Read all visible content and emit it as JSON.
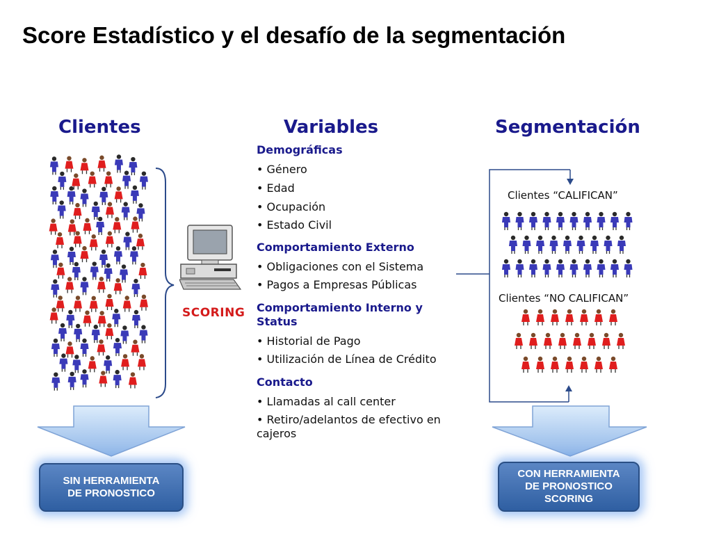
{
  "title": "Score Estadístico y el desafío de la segmentación",
  "columns": {
    "clientes": "Clientes",
    "variables": "Variables",
    "segmentacion": "Segmentación"
  },
  "scoring_label": "SCORING",
  "variables": {
    "demograficas": {
      "title": "Demográficas",
      "items": [
        "• Género",
        "• Edad",
        "• Ocupación",
        "• Estado Civil"
      ]
    },
    "externo": {
      "title": "Comportamiento Externo",
      "items": [
        "• Obligaciones con el Sistema",
        "• Pagos a Empresas Públicas"
      ]
    },
    "interno": {
      "title_line1": "Comportamiento Interno y",
      "title_line2": "Status",
      "items": [
        "• Historial de Pago",
        "• Utilización de Línea de Crédito"
      ]
    },
    "contacto": {
      "title": "Contacto",
      "items": [
        "• Llamadas al call center",
        "• Retiro/adelantos de efectivo en",
        "cajeros"
      ]
    }
  },
  "segments": {
    "califican": "Clientes “CALIFICAN”",
    "no_califican": "Clientes “NO CALIFICAN”"
  },
  "badges": {
    "left": [
      "SIN HERRAMIENTA",
      "DE PRONOSTICO"
    ],
    "right": [
      "CON HERRAMIENTA",
      "DE PRONOSTICO",
      "SCORING"
    ]
  },
  "colors": {
    "heading_blue": "#1a1a8c",
    "person_blue": "#3a3ab8",
    "person_red": "#e01e1e",
    "badge_blue": "#3a6aad",
    "scoring_red": "#d41b1b"
  }
}
